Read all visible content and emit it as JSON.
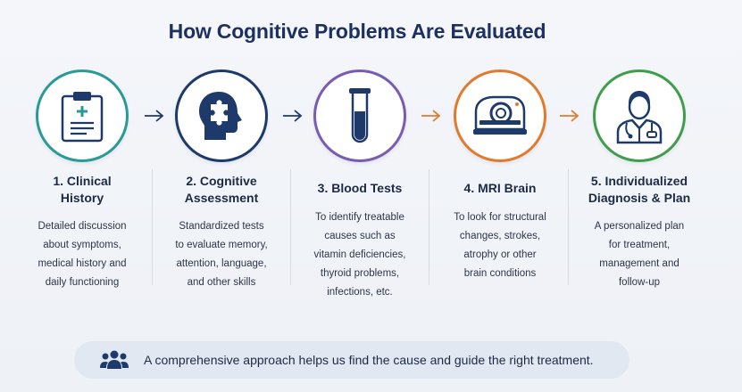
{
  "title": "How Cognitive Problems Are Evaluated",
  "colors": {
    "teal": "#2a9a96",
    "navy": "#1d3a6b",
    "purple": "#7a5bb3",
    "orange": "#e07b2e",
    "green": "#3e9e4c"
  },
  "steps": [
    {
      "title_lines": [
        "1. Clinical",
        "History"
      ],
      "desc_lines": [
        "Detailed discussion",
        "about symptoms,",
        "medical history and",
        "daily functioning"
      ],
      "icon": "clipboard-icon"
    },
    {
      "title_lines": [
        "2. Cognitive",
        "Assessment"
      ],
      "desc_lines": [
        "Standardized tests",
        "to evaluate memory,",
        "attention, language,",
        "and other skills"
      ],
      "icon": "head-puzzle-icon"
    },
    {
      "title_lines": [
        "3. Blood Tests"
      ],
      "desc_lines": [
        "To identify treatable",
        "causes such as",
        "vitamin deficiencies,",
        "thyroid problems,",
        "infections, etc."
      ],
      "icon": "test-tube-icon"
    },
    {
      "title_lines": [
        "4. MRI Brain"
      ],
      "desc_lines": [
        "To look for structural",
        "changes, strokes,",
        "atrophy or other",
        "brain conditions"
      ],
      "icon": "mri-scanner-icon"
    },
    {
      "title_lines": [
        "5. Individualized",
        "Diagnosis & Plan"
      ],
      "desc_lines": [
        "A personalized plan",
        "for treatment,",
        "management and",
        "follow-up"
      ],
      "icon": "doctor-icon"
    }
  ],
  "banner": {
    "text": "A comprehensive approach helps us find the cause and guide the right treatment.",
    "icon": "people-group-icon"
  }
}
